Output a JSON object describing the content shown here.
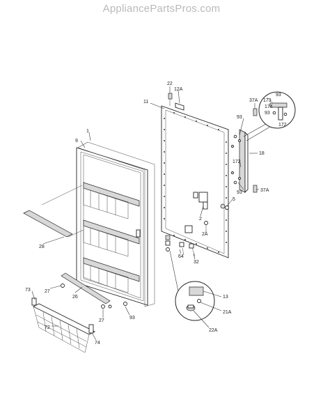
{
  "watermark": "AppliancePartsPros.com",
  "labels": {
    "l1": "1",
    "l9": "9",
    "l11": "11",
    "l22": "22",
    "l12A": "12A",
    "l37A_top": "37A",
    "l173": "173",
    "l93_inset": "93",
    "l174": "174",
    "l93_inset2": "93",
    "l172_inset": "172",
    "l93_a": "93",
    "l172": "172",
    "l18": "18",
    "l93_b": "93",
    "l37A_bot": "37A",
    "l2": "2",
    "l2A": "2A",
    "l5": "5",
    "l28": "28",
    "l64": "64",
    "l32": "32",
    "l73": "73",
    "l27_a": "27",
    "l26": "26",
    "l27_b": "27",
    "l93_c": "93",
    "l72": "72",
    "l74": "74",
    "l13": "13",
    "l21A": "21A",
    "l22A": "22A"
  }
}
